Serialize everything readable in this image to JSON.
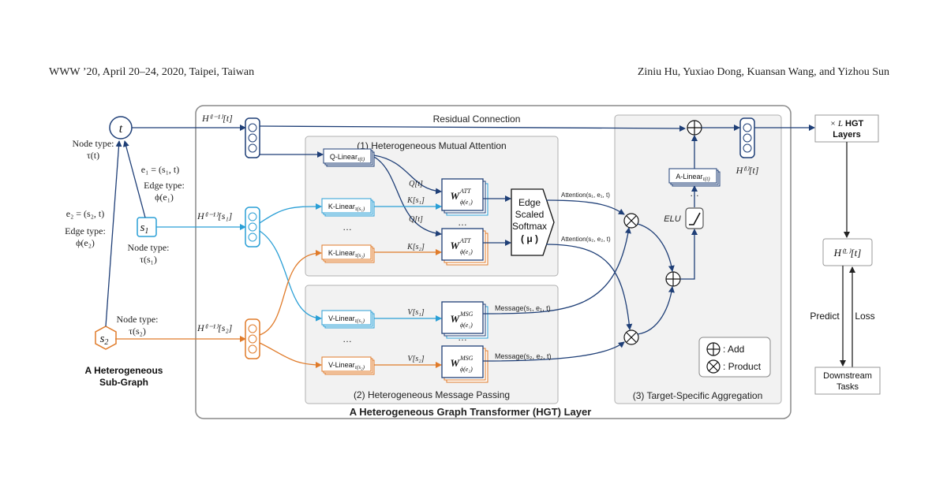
{
  "header": {
    "left": "WWW ’20, April 20–24, 2020, Taipei, Taiwan",
    "right": "Ziniu Hu, Yuxiao Dong, Kuansan Wang, and Yizhou Sun"
  },
  "subgraph": {
    "node_t": "t",
    "node_s1": "s",
    "node_s1_sub": "1",
    "node_s2": "s",
    "node_s2_sub": "2",
    "t_type_label": "Node type:",
    "t_type_value": "τ(t)",
    "e1_def": "e₁ = (s₁, t)",
    "e1_type_label": "Edge type:",
    "e1_type_value": "ϕ(e₁)",
    "e2_def": "e₂ = (s₂, t)",
    "e2_type_label": "Edge type:",
    "e2_type_value": "ϕ(e₂)",
    "s1_type_label": "Node type:",
    "s1_type_value": "τ(s₁)",
    "s2_type_label": "Node type:",
    "s2_type_value": "τ(s₂)",
    "caption_line1": "A Heterogeneous",
    "caption_line2": "Sub-Graph"
  },
  "layer": {
    "h_t_label": "H⁽ˡ⁻¹⁾[t]",
    "h_s1_label": "H⁽ˡ⁻¹⁾[s₁]",
    "h_s2_label": "H⁽ˡ⁻¹⁾[s₂]",
    "residual": "Residual Connection",
    "caption": "A Heterogeneous Graph Transformer (HGT) Layer"
  },
  "attention": {
    "title": "(1) Heterogeneous Mutual Attention",
    "q_linear": "Q-Linear",
    "q_linear_sub": "τ(t)",
    "k_linear1": "K-Linear",
    "k_linear1_sub": "τ(s₁)",
    "k_linear2": "K-Linear",
    "k_linear2_sub": "τ(s₂)",
    "dots": "…",
    "q1": "Q[t]",
    "k1": "K[s₁]",
    "q2": "Q[t]",
    "k2": "K[s₂]",
    "w_att1": "W",
    "w_att1_sup": "ATT",
    "w_att1_sub": "ϕ(e₁)",
    "w_att2": "W",
    "w_att2_sup": "ATT",
    "w_att2_sub": "ϕ(e₂)",
    "wdots": "…",
    "softmax_l1": "Edge",
    "softmax_l2": "Scaled",
    "softmax_l3": "Softmax",
    "softmax_l4": "( μ )",
    "att_out1": "Attention(s₁, e₁, t)",
    "att_out2": "Attention(s₂, e₂, t)"
  },
  "message": {
    "title": "(2) Heterogeneous Message Passing",
    "v_linear1": "V-Linear",
    "v_linear1_sub": "τ(s₁)",
    "v_linear2": "V-Linear",
    "v_linear2_sub": "τ(s₂)",
    "dots": "…",
    "v1": "V[s₁]",
    "v2": "V[s₂]",
    "w_msg1": "W",
    "w_msg1_sup": "MSG",
    "w_msg1_sub": "ϕ(e₁)",
    "w_msg2": "W",
    "w_msg2_sup": "MSG",
    "w_msg2_sub": "ϕ(e₂)",
    "wdots": "…",
    "msg_out1": "Message(s₁, e₁, t)",
    "msg_out2": "Message(s₂, e₂, t)"
  },
  "aggregation": {
    "title": "(3) Target-Specific Aggregation",
    "a_linear": "A-Linear",
    "a_linear_sub": "τ(t)",
    "dots": "…",
    "elu": "ELU",
    "h_out": "H⁽ˡ⁾[t]",
    "legend_add": ": Add",
    "legend_product": ": Product"
  },
  "pipeline": {
    "layers_prefix": "× L",
    "layers_bold": "HGT",
    "layers_line2": "Layers",
    "h_final": "H⁽ᴸ⁾[t]",
    "predict": "Predict",
    "loss": "Loss",
    "downstream_l1": "Downstream",
    "downstream_l2": "Tasks"
  },
  "colors": {
    "navy": "#1f3f77",
    "cyan": "#2a9fd6",
    "orange": "#e07b2a",
    "panel": "#f2f2f2",
    "border": "#8a8a8a"
  }
}
